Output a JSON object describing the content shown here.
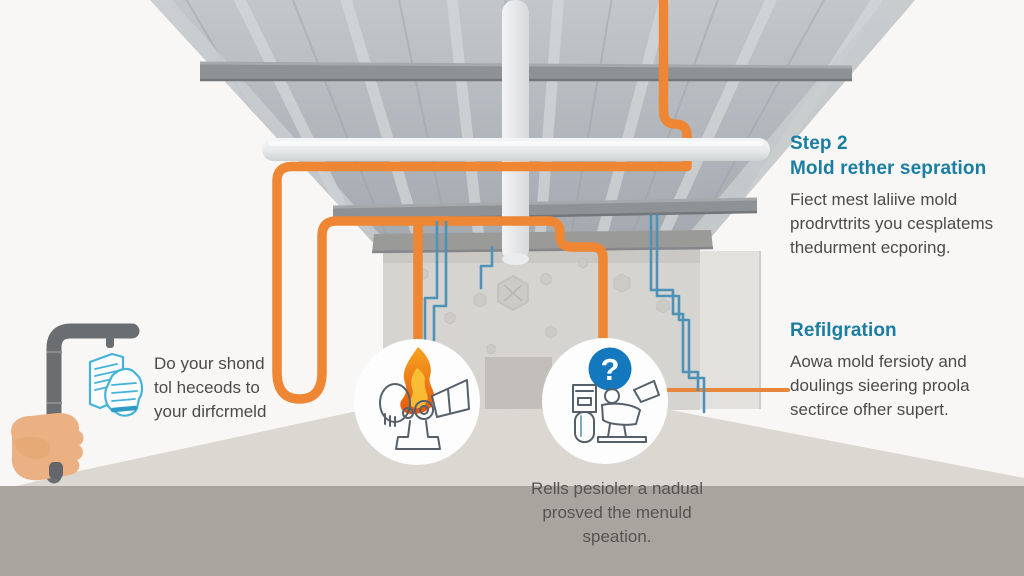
{
  "step2_panel": {
    "step_label": "Step 2",
    "title": "Mold rether sepration",
    "body": "Fiect mest laliive mold prodrvttrits you cesplatems thedurment ecporing."
  },
  "refrigeration_panel": {
    "title": "Refilgration",
    "body": "Aowa mold fersioty and doulings sieering proola sectirce ofher supert."
  },
  "left_note": {
    "text": "Do your shond tol heceods to your dirfcrmeld"
  },
  "bottom_caption": {
    "text": "Rells pesioler a nadual prosved the menuld speation."
  },
  "badges": {
    "question_mark": "?"
  },
  "icons": {
    "flame": "flame-icon",
    "question_badge": "question-badge-icon",
    "burner_machine": "burner-machine-icon",
    "molding_machine": "molding-machine-icon",
    "document_hand": "document-hand-icon",
    "hand_holding_pipe": "hand-holding-pipe-icon"
  },
  "colors": {
    "accent_orange": "#EE8633",
    "pipe_blue": "#4E92B8",
    "heading_teal": "#1A7EA2",
    "badge_blue": "#1478BE",
    "ceiling_gray": "#B4BAC0",
    "wall_gray": "#D5D4D1",
    "floor_light": "#DBD7D1",
    "floor_dark": "#A9A49D",
    "skin": "#EBB182"
  }
}
